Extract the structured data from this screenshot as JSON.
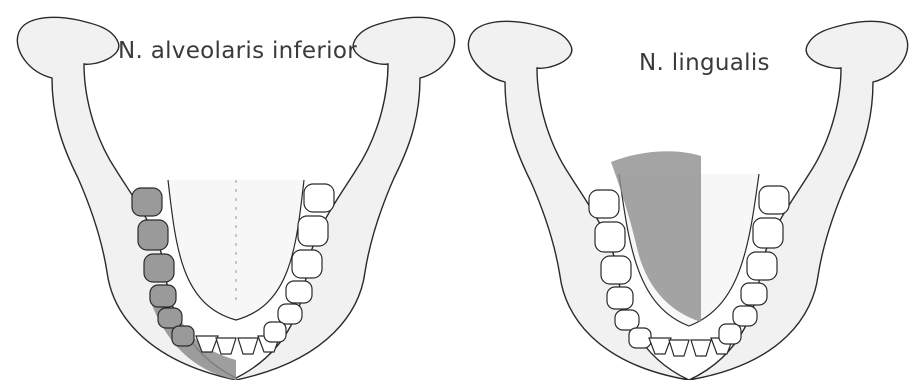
{
  "panels": [
    {
      "title": "N. alveolaris inferior",
      "shaded_region": "mandible-right-lower-teeth-and-chin-half"
    },
    {
      "title": "N. lingualis",
      "shaded_region": "tongue-right-half"
    }
  ],
  "colors": {
    "shade": "#8d8d8d",
    "bone": "#efefef",
    "bone_edge": "#b9b9b9",
    "line": "#2a2a2a"
  }
}
